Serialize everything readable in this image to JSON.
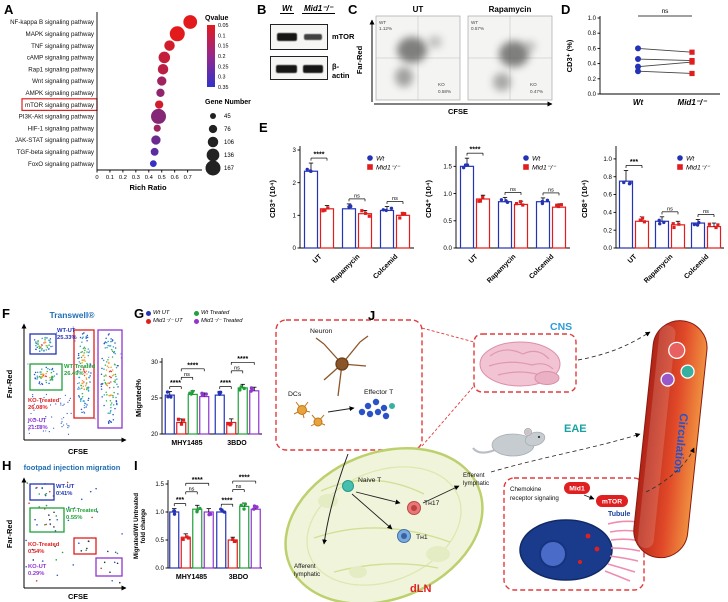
{
  "colors": {
    "wt_blue": "#2433b5",
    "ko_red": "#e11d1d",
    "treated_green": "#21a13a",
    "treated_purple": "#8f35d0",
    "title_blue": "#1f6eb5"
  },
  "panel_a": {
    "label": "A",
    "chart_data": {
      "type": "scatter",
      "xlabel": "Rich Ratio",
      "xlim": [
        0,
        0.78
      ],
      "x_ticks": [
        0,
        0.1,
        0.2,
        0.3,
        0.4,
        0.5,
        0.6,
        0.7
      ],
      "pathways": [
        "NF-kappa B signaling pathway",
        "MAPK signaling pathway",
        "TNF signaling pathway",
        "cAMP signaling pathway",
        "Rap1 signaling pathway",
        "Wnt signaling pathway",
        "AMPK signaling pathway",
        "mTOR signaling pathway",
        "PI3K-Akt signaling pathway",
        "HIF-1 signaling pathway",
        "JAK-STAT signaling pathway",
        "TGF-beta signaling pathway",
        "FoxO signaling pathway"
      ],
      "rich_ratio": [
        0.72,
        0.62,
        0.56,
        0.52,
        0.51,
        0.5,
        0.49,
        0.48,
        0.475,
        0.465,
        0.455,
        0.445,
        0.435
      ],
      "qvalue": [
        0.02,
        0.02,
        0.05,
        0.08,
        0.1,
        0.15,
        0.18,
        0.05,
        0.2,
        0.15,
        0.25,
        0.28,
        0.35
      ],
      "gene_number": [
        150,
        167,
        106,
        120,
        106,
        90,
        76,
        76,
        167,
        60,
        90,
        70,
        55
      ],
      "highlighted_pathway": "mTOR signaling pathway",
      "legend_qvalue_title": "Qvalue",
      "legend_qvalue_ticks": [
        0.05,
        0.1,
        0.15,
        0.2,
        0.25,
        0.3,
        0.35
      ],
      "legend_gene_title": "Gene Number",
      "legend_gene_sizes": [
        45,
        76,
        106,
        136,
        167
      ]
    }
  },
  "panel_b": {
    "label": "B",
    "lanes": [
      "Wt",
      "Mid1⁻/⁻"
    ],
    "bands": [
      "mTOR",
      "β-actin"
    ]
  },
  "panel_c": {
    "label": "C",
    "xlabel": "CFSE",
    "ylabel": "Far-Red",
    "plots": [
      {
        "title": "UT",
        "wt_name": "WT",
        "wt_pct": "1.12%",
        "ko_name": "KO",
        "ko_pct": "0.58%"
      },
      {
        "title": "Rapamycin",
        "wt_name": "WT",
        "wt_pct": "0.57%",
        "ko_name": "KO",
        "ko_pct": "0.47%"
      }
    ]
  },
  "panel_d": {
    "label": "D",
    "chart_data": {
      "type": "paired-scatter",
      "ylabel": "CD3⁺ (%)",
      "ylim": [
        0,
        1.0
      ],
      "y_ticks": [
        "0.0",
        "0.2",
        "0.4",
        "0.6",
        "0.8",
        "1.0"
      ],
      "categories": [
        "Wt",
        "Mid1⁻/⁻"
      ],
      "pairs": [
        [
          0.6,
          0.55
        ],
        [
          0.46,
          0.44
        ],
        [
          0.36,
          0.42
        ],
        [
          0.3,
          0.27
        ]
      ],
      "sig": "ns"
    }
  },
  "panel_e": {
    "label": "E",
    "legend": [
      {
        "name": "Wt",
        "marker": "circle"
      },
      {
        "name": "Mid1⁻/⁻",
        "marker": "square"
      }
    ],
    "charts": [
      {
        "chart_data": {
          "type": "bar",
          "ylabel": "CD3⁺ (10⁴)",
          "ylim": [
            0,
            3
          ],
          "y_ticks": [
            "0",
            "1",
            "2",
            "3"
          ],
          "categories": [
            "UT",
            "Rapamycin",
            "Colcemid"
          ],
          "series": [
            {
              "name": "Wt",
              "values": [
                2.35,
                1.2,
                1.15
              ],
              "err": [
                0.25,
                0.15,
                0.12
              ]
            },
            {
              "name": "Mid1⁻/⁻",
              "values": [
                1.2,
                1.05,
                1.0
              ],
              "err": [
                0.1,
                0.1,
                0.08
              ]
            }
          ],
          "sig": [
            "****",
            "ns",
            "ns"
          ]
        }
      },
      {
        "chart_data": {
          "type": "bar",
          "ylabel": "CD4⁺ (10⁴)",
          "ylim": [
            0,
            1.8
          ],
          "y_ticks": [
            "0.0",
            "0.5",
            "1.0",
            "1.5"
          ],
          "categories": [
            "UT",
            "Rapamycin",
            "Colcemid"
          ],
          "series": [
            {
              "name": "Wt",
              "values": [
                1.5,
                0.85,
                0.85
              ],
              "err": [
                0.15,
                0.08,
                0.07
              ]
            },
            {
              "name": "Mid1⁻/⁻",
              "values": [
                0.9,
                0.8,
                0.75
              ],
              "err": [
                0.07,
                0.06,
                0.06
              ]
            }
          ],
          "sig": [
            "****",
            "ns",
            "ns"
          ]
        }
      },
      {
        "chart_data": {
          "type": "bar",
          "ylabel": "CD8⁺ (10⁴)",
          "ylim": [
            0,
            1.1
          ],
          "y_ticks": [
            "0.0",
            "0.2",
            "0.4",
            "0.6",
            "0.8",
            "1.0"
          ],
          "categories": [
            "UT",
            "Rapamycin",
            "Colcemid"
          ],
          "series": [
            {
              "name": "Wt",
              "values": [
                0.75,
                0.3,
                0.28
              ],
              "err": [
                0.12,
                0.05,
                0.04
              ]
            },
            {
              "name": "Mid1⁻/⁻",
              "values": [
                0.3,
                0.26,
                0.24
              ],
              "err": [
                0.05,
                0.04,
                0.04
              ]
            }
          ],
          "sig": [
            "***",
            "ns",
            "ns"
          ]
        }
      }
    ]
  },
  "panel_f": {
    "label": "F",
    "title": "Transwell®",
    "xlabel": "CFSE",
    "ylabel": "Far-Red",
    "gates": [
      {
        "name": "WT-UT",
        "pct": "25.33%"
      },
      {
        "name": "WT-Treated",
        "pct": "26.49%"
      },
      {
        "name": "KO-Treated",
        "pct": "26.08%"
      },
      {
        "name": "KO-UT",
        "pct": "21.18%"
      }
    ]
  },
  "panel_g": {
    "label": "G",
    "legend": [
      "Wt UT",
      "Mid1⁻/⁻ UT",
      "Wt Treated",
      "Mid1⁻/⁻ Treated"
    ],
    "chart_data": {
      "type": "bar",
      "ylabel": "Migrated%",
      "ylim": [
        20,
        30
      ],
      "y_ticks": [
        "20",
        "25",
        "30"
      ],
      "groups": [
        "MHY1485",
        "3BDO"
      ],
      "series": [
        {
          "name": "Wt UT",
          "values": [
            25.4,
            25.4
          ],
          "err": [
            0.5,
            0.5
          ]
        },
        {
          "name": "Mid1⁻/⁻ UT",
          "values": [
            21.6,
            21.6
          ],
          "err": [
            0.5,
            0.5
          ]
        },
        {
          "name": "Wt Treated",
          "values": [
            25.5,
            26.4
          ],
          "err": [
            0.5,
            0.5
          ]
        },
        {
          "name": "Mid1⁻/⁻ Treated",
          "values": [
            25.2,
            26.0
          ],
          "err": [
            0.5,
            0.5
          ]
        }
      ],
      "sig": [
        [
          [
            "0",
            "1",
            "****"
          ],
          [
            "1",
            "2",
            "ns"
          ],
          [
            "1",
            "3",
            "****"
          ]
        ],
        [
          [
            "0",
            "1",
            "****"
          ],
          [
            "1",
            "2",
            "ns"
          ],
          [
            "1",
            "3",
            "****"
          ]
        ]
      ]
    }
  },
  "panel_h": {
    "label": "H",
    "title": "footpad injection migration",
    "xlabel": "CFSE",
    "ylabel": "Far-Red",
    "gates": [
      {
        "name": "WT-UT",
        "pct": "0.41%"
      },
      {
        "name": "WT-Treated",
        "pct": "0.55%"
      },
      {
        "name": "KO-Treated",
        "pct": "0.54%"
      },
      {
        "name": "KO-UT",
        "pct": "0.29%"
      }
    ]
  },
  "panel_i": {
    "label": "I",
    "chart_data": {
      "type": "bar",
      "ylabel": "Migrated/Wt Untreated",
      "ylabel2": "fold change",
      "ylim": [
        0,
        1.5
      ],
      "y_ticks": [
        "0.0",
        "0.5",
        "1.0",
        "1.5"
      ],
      "groups": [
        "MHY1485",
        "3BDO"
      ],
      "series": [
        {
          "name": "Wt UT",
          "values": [
            1.0,
            1.0
          ],
          "err": [
            0.06,
            0.05
          ]
        },
        {
          "name": "Mid1⁻/⁻ UT",
          "values": [
            0.55,
            0.5
          ],
          "err": [
            0.06,
            0.05
          ]
        },
        {
          "name": "Wt Treated",
          "values": [
            1.05,
            1.1
          ],
          "err": [
            0.07,
            0.06
          ]
        },
        {
          "name": "Mid1⁻/⁻ Treated",
          "values": [
            1.0,
            1.05
          ],
          "err": [
            0.06,
            0.06
          ]
        }
      ],
      "sig": [
        [
          [
            "0",
            "1",
            "***"
          ],
          [
            "1",
            "2",
            "ns"
          ],
          [
            "1",
            "3",
            "****"
          ]
        ],
        [
          [
            "0",
            "1",
            "****"
          ],
          [
            "1",
            "2",
            "ns"
          ],
          [
            "1",
            "3",
            "****"
          ]
        ]
      ]
    }
  },
  "panel_j": {
    "label": "J",
    "labels": {
      "neuron": "Neuron",
      "dcs": "DCs",
      "effector_t": "Effector T",
      "cns": "CNS",
      "eae": "EAE",
      "circulation": "Circulation",
      "dln": "dLN",
      "naive_t": "Naive T",
      "th17": "Tʜ17",
      "th1": "Tʜ1",
      "efferent_1": "Efferent",
      "efferent_2": "lymphatic",
      "afferent_1": "Afferent",
      "afferent_2": "lymphatic",
      "chemokine_1": "Chemokine",
      "chemokine_2": "receptor signaling",
      "mid1": "Mid1",
      "mtor": "mTOR",
      "tubule": "Tubule"
    }
  }
}
